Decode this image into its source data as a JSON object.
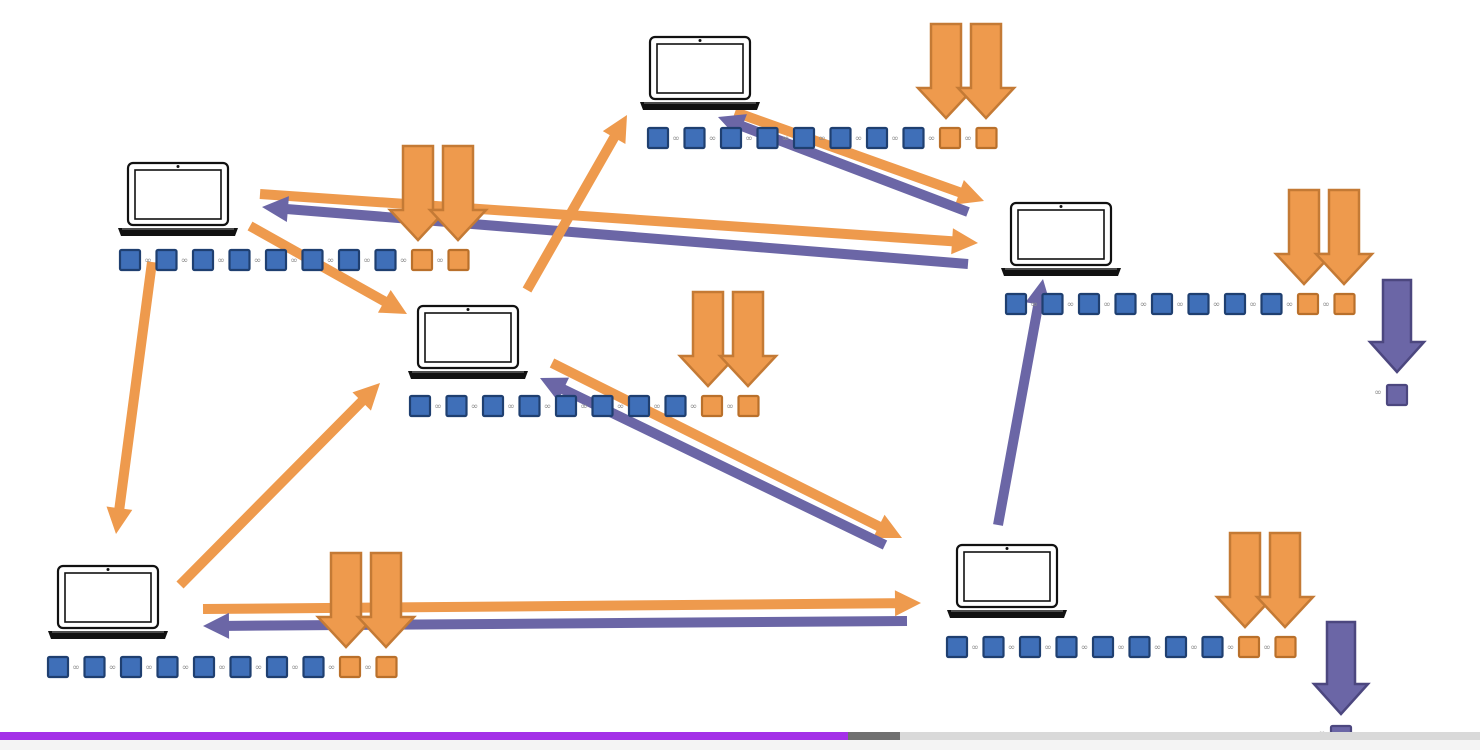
{
  "colors": {
    "forward_arrow": "#ee9a4d",
    "forward_arrow_stroke": "#c47a35",
    "return_arrow": "#6b66a6",
    "return_arrow_stroke": "#4c477f",
    "block_blue": "#3f6fb8",
    "block_blue_stroke": "#1f3f70",
    "block_orange": "#ee9a4d",
    "block_orange_stroke": "#b9702b",
    "block_purple": "#6b66a6",
    "chain_link": "#8c8c8c",
    "laptop": "#111111",
    "progress_played": "#a431e8",
    "progress_buffered": "#707070"
  },
  "diagram": {
    "nodes": [
      {
        "id": "node-top-left",
        "laptop_icon": "laptop-icon",
        "confirmed_blocks": 8,
        "new_blocks": 2,
        "pending_blocks": 0
      },
      {
        "id": "node-top-center",
        "laptop_icon": "laptop-icon",
        "confirmed_blocks": 8,
        "new_blocks": 2,
        "pending_blocks": 0
      },
      {
        "id": "node-middle",
        "laptop_icon": "laptop-icon",
        "confirmed_blocks": 8,
        "new_blocks": 2,
        "pending_blocks": 0
      },
      {
        "id": "node-right-upper",
        "laptop_icon": "laptop-icon",
        "confirmed_blocks": 8,
        "new_blocks": 2,
        "pending_blocks": 1
      },
      {
        "id": "node-bottom-left",
        "laptop_icon": "laptop-icon",
        "confirmed_blocks": 8,
        "new_blocks": 2,
        "pending_blocks": 0
      },
      {
        "id": "node-bottom-right",
        "laptop_icon": "laptop-icon",
        "confirmed_blocks": 8,
        "new_blocks": 2,
        "pending_blocks": 1
      }
    ],
    "edges": [
      {
        "from": "node-top-left",
        "to": "node-right-upper",
        "kind": "forward"
      },
      {
        "from": "node-right-upper",
        "to": "node-top-left",
        "kind": "return"
      },
      {
        "from": "node-top-left",
        "to": "node-middle",
        "kind": "forward"
      },
      {
        "from": "node-top-left",
        "to": "node-bottom-left",
        "kind": "forward"
      },
      {
        "from": "node-middle",
        "to": "node-top-center",
        "kind": "forward"
      },
      {
        "from": "node-top-center",
        "to": "node-right-upper",
        "kind": "forward"
      },
      {
        "from": "node-right-upper",
        "to": "node-top-center",
        "kind": "return"
      },
      {
        "from": "node-bottom-left",
        "to": "node-middle",
        "kind": "forward"
      },
      {
        "from": "node-middle",
        "to": "node-bottom-right",
        "kind": "forward"
      },
      {
        "from": "node-bottom-right",
        "to": "node-middle",
        "kind": "return"
      },
      {
        "from": "node-bottom-left",
        "to": "node-bottom-right",
        "kind": "forward"
      },
      {
        "from": "node-bottom-right",
        "to": "node-bottom-left",
        "kind": "return"
      },
      {
        "from": "node-bottom-right",
        "to": "node-right-upper",
        "kind": "return"
      }
    ]
  },
  "video_progress": {
    "played_fraction": 0.573,
    "buffered_fraction": 0.608
  }
}
